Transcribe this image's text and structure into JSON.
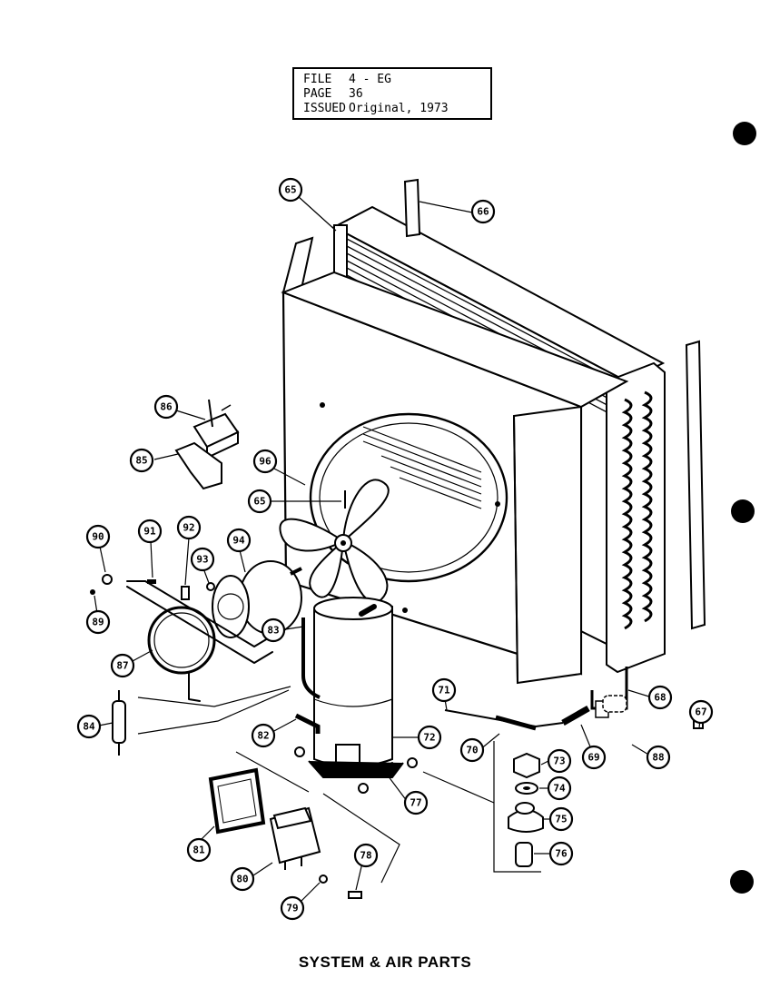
{
  "header": {
    "file_label": "FILE",
    "file_value": "4 - EG",
    "page_label": "PAGE",
    "page_value": "36",
    "issued_label": "ISSUED",
    "issued_value": "Original, 1973"
  },
  "caption": "SYSTEM & AIR PARTS",
  "callouts": {
    "c65a": "65",
    "c66": "66",
    "c86": "86",
    "c85": "85",
    "c96": "96",
    "c65b": "65",
    "c90": "90",
    "c91": "91",
    "c92": "92",
    "c93": "93",
    "c94": "94",
    "c89": "89",
    "c83": "83",
    "c87": "87",
    "c84": "84",
    "c82": "82",
    "c71": "71",
    "c72": "72",
    "c70": "70",
    "c73": "73",
    "c74": "74",
    "c69": "69",
    "c68": "68",
    "c67": "67",
    "c88": "88",
    "c77": "77",
    "c75": "75",
    "c76": "76",
    "c81": "81",
    "c78": "78",
    "c80": "80",
    "c79": "79"
  }
}
